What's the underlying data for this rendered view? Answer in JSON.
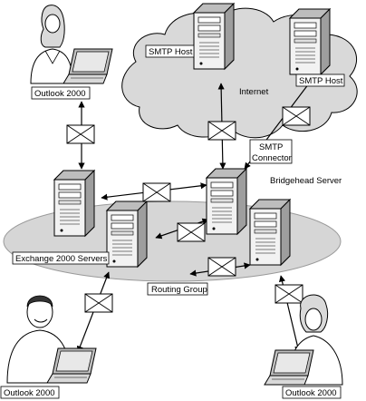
{
  "diagram": {
    "labels": {
      "outlook_top": "Outlook 2000",
      "smtp_host_left": "SMTP Host",
      "smtp_host_right": "SMTP Host",
      "internet": "Internet",
      "smtp_connector_line1": "SMTP",
      "smtp_connector_line2": "Connector",
      "bridgehead": "Bridgehead Server",
      "exchange_servers": "Exchange 2000 Servers",
      "routing_group": "Routing Group",
      "outlook_bottom_left": "Outlook 2000",
      "outlook_bottom_right": "Outlook 2000"
    },
    "colors": {
      "cloud_fill": "#d9d9d9",
      "routing_group_fill": "#d6d6d6",
      "server_body": "#d0d0d0",
      "server_face": "#f2f2f2",
      "line": "#000000"
    },
    "icons": [
      "user-icon",
      "laptop-icon",
      "server-icon",
      "envelope-icon",
      "cloud-icon"
    ]
  }
}
